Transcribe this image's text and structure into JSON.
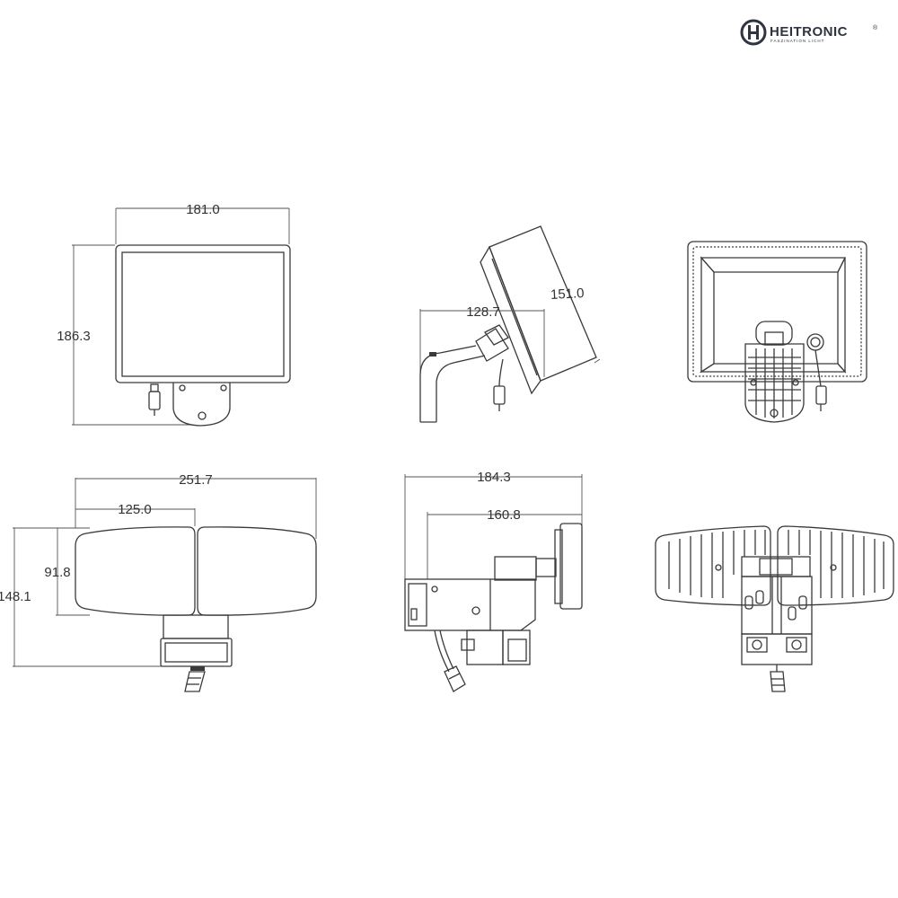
{
  "brand": {
    "name": "HEITRONIC",
    "reg": "®",
    "tagline": "FASZINATION LICHT"
  },
  "colors": {
    "line": "#3a3a3a",
    "brand": "#2e3440"
  },
  "views": [
    {
      "id": "single-front",
      "dims": {
        "width": "181.0",
        "height": "186.3"
      }
    },
    {
      "id": "single-side",
      "dims": {
        "depth": "128.7",
        "panel": "151.0"
      }
    },
    {
      "id": "single-back",
      "dims": {}
    },
    {
      "id": "twin-front",
      "dims": {
        "width": "251.7",
        "head": "125.0",
        "head_height": "91.8",
        "height": "148.1"
      }
    },
    {
      "id": "twin-side",
      "dims": {
        "depth": "184.3",
        "depth_inner": "160.8"
      }
    },
    {
      "id": "twin-back",
      "dims": {}
    }
  ]
}
